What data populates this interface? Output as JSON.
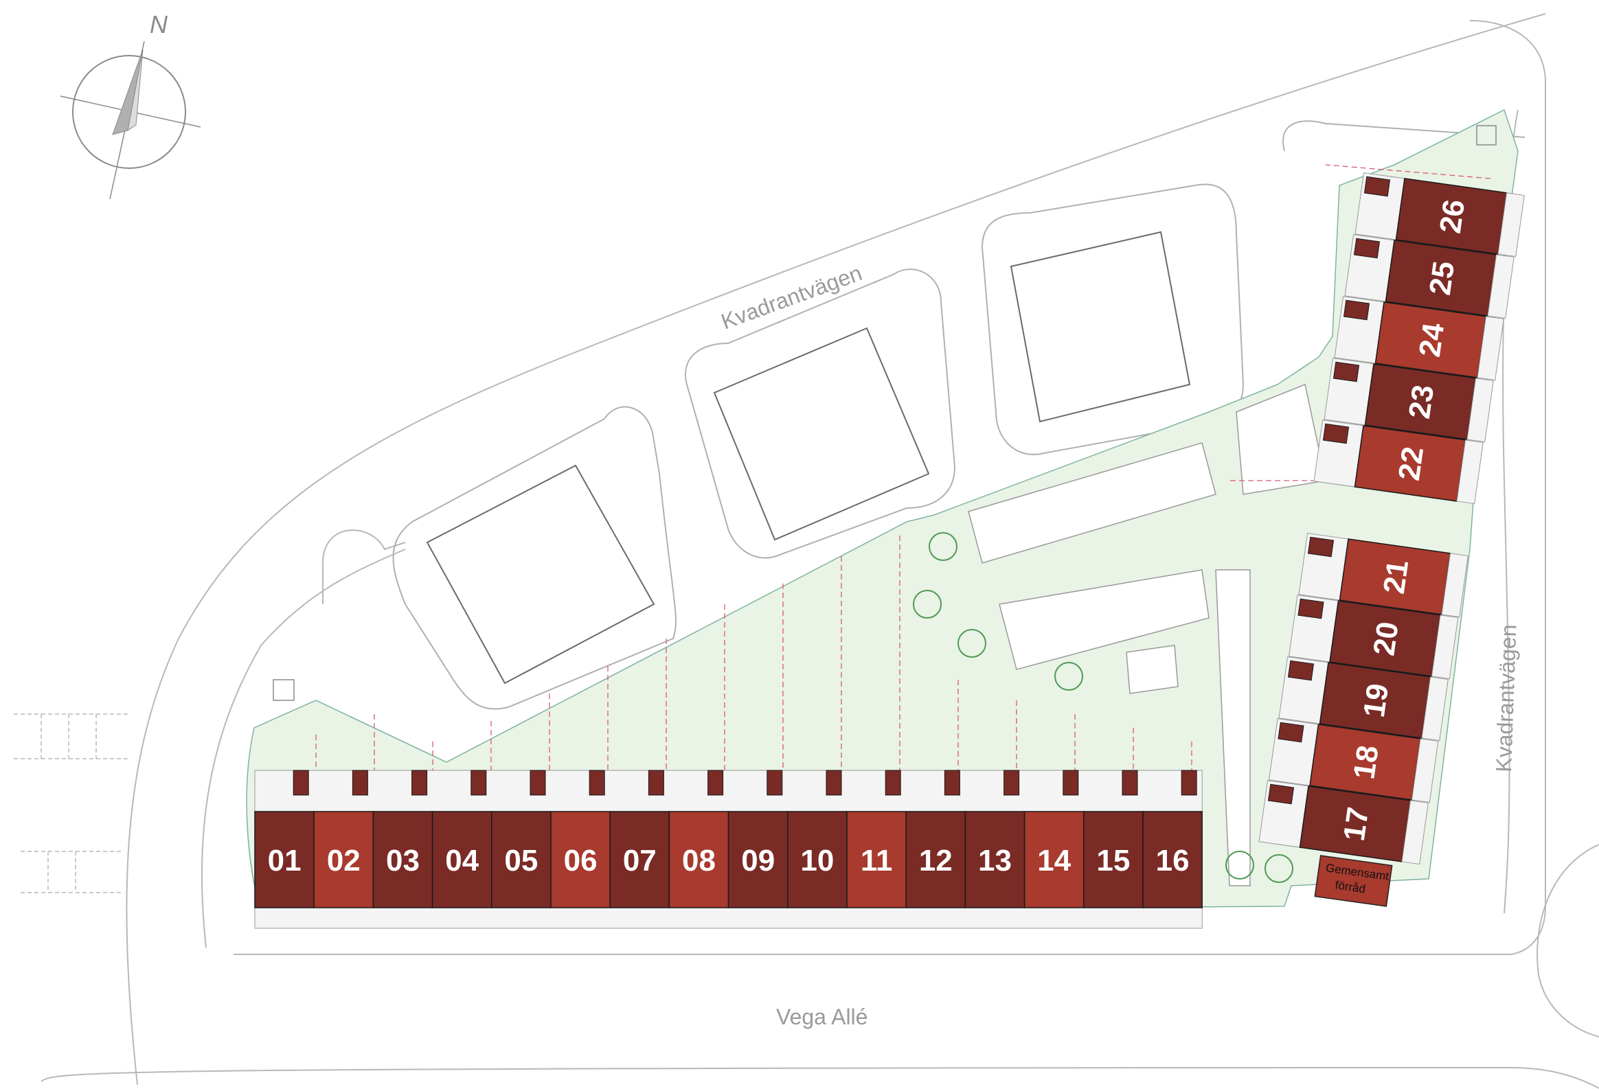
{
  "map": {
    "north_label": "N",
    "roads": {
      "north": "Kvadrantvägen",
      "east": "Kvadrantvägen",
      "south": "Vega Allé"
    },
    "shared_storage": {
      "line1": "Gemensamt",
      "line2": "förråd"
    },
    "colors": {
      "unit_dark": "#7a2b26",
      "unit_light": "#a83a2e",
      "green_area": "#e9f3e6",
      "road_line": "#b8b8b8",
      "plot_line": "#d85a72"
    },
    "units": {
      "south_row": [
        {
          "label": "01",
          "tone": "dark"
        },
        {
          "label": "02",
          "tone": "light"
        },
        {
          "label": "03",
          "tone": "dark"
        },
        {
          "label": "04",
          "tone": "dark"
        },
        {
          "label": "05",
          "tone": "dark"
        },
        {
          "label": "06",
          "tone": "light"
        },
        {
          "label": "07",
          "tone": "dark"
        },
        {
          "label": "08",
          "tone": "light"
        },
        {
          "label": "09",
          "tone": "dark"
        },
        {
          "label": "10",
          "tone": "dark"
        },
        {
          "label": "11",
          "tone": "light"
        },
        {
          "label": "12",
          "tone": "dark"
        },
        {
          "label": "13",
          "tone": "dark"
        },
        {
          "label": "14",
          "tone": "light"
        },
        {
          "label": "15",
          "tone": "dark"
        },
        {
          "label": "16",
          "tone": "dark"
        }
      ],
      "east_lower": [
        {
          "label": "17",
          "tone": "dark"
        },
        {
          "label": "18",
          "tone": "light"
        },
        {
          "label": "19",
          "tone": "dark"
        },
        {
          "label": "20",
          "tone": "dark"
        },
        {
          "label": "21",
          "tone": "light"
        }
      ],
      "east_upper": [
        {
          "label": "22",
          "tone": "light"
        },
        {
          "label": "23",
          "tone": "dark"
        },
        {
          "label": "24",
          "tone": "light"
        },
        {
          "label": "25",
          "tone": "dark"
        },
        {
          "label": "26",
          "tone": "dark"
        }
      ]
    }
  }
}
